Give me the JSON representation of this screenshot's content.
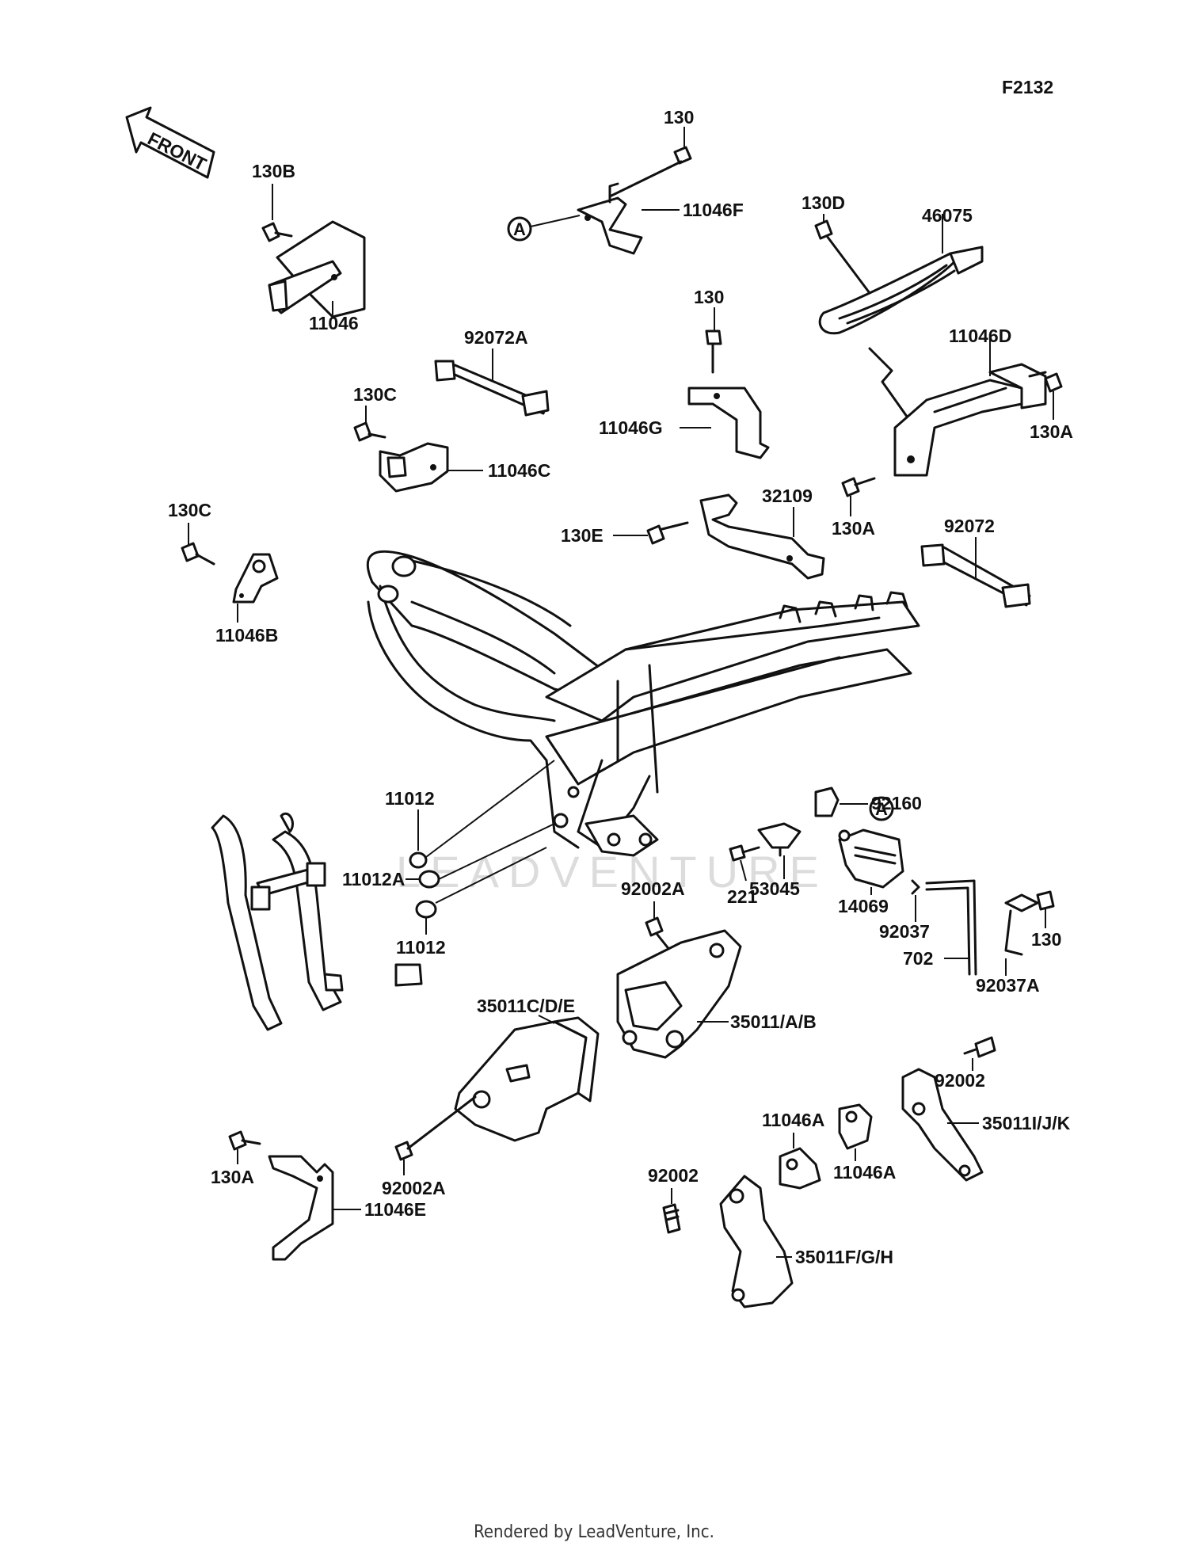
{
  "figure_id": "F2132",
  "front_arrow_label": "FRONT",
  "callout_A": "A",
  "watermark": "LEADVENTURE",
  "footer": "Rendered by LeadVenture, Inc.",
  "parts": {
    "p130_top": "130",
    "p11046F": "11046F",
    "p130B": "130B",
    "p11046": "11046",
    "p130D": "130D",
    "p46075": "46075",
    "p92072A": "92072A",
    "p130_mid": "130",
    "p11046G": "11046G",
    "p11046D": "11046D",
    "p130A_right": "130A",
    "p130C_a": "130C",
    "p11046C": "11046C",
    "p130A_mid": "130A",
    "p32109": "32109",
    "p130E": "130E",
    "p92072": "92072",
    "p130C_b": "130C",
    "p11046B": "11046B",
    "p11012_a": "11012",
    "p92160": "92160",
    "p53045": "53045",
    "p221": "221",
    "p11012A": "11012A",
    "p14069": "14069",
    "p92037": "92037",
    "p702": "702",
    "p130_right": "130",
    "p92037A": "92037A",
    "p11012_b": "11012",
    "p92002A_top": "92002A",
    "p35011CDE": "35011C/D/E",
    "p35011AB": "35011/A/B",
    "p92002_right": "92002",
    "p35011IJK": "35011I/J/K",
    "p11046A_a": "11046A",
    "p11046A_b": "11046A",
    "p130A_left": "130A",
    "p92002A_bot": "92002A",
    "p11046E": "11046E",
    "p92002_bot": "92002",
    "p35011FGH": "35011F/G/H"
  }
}
